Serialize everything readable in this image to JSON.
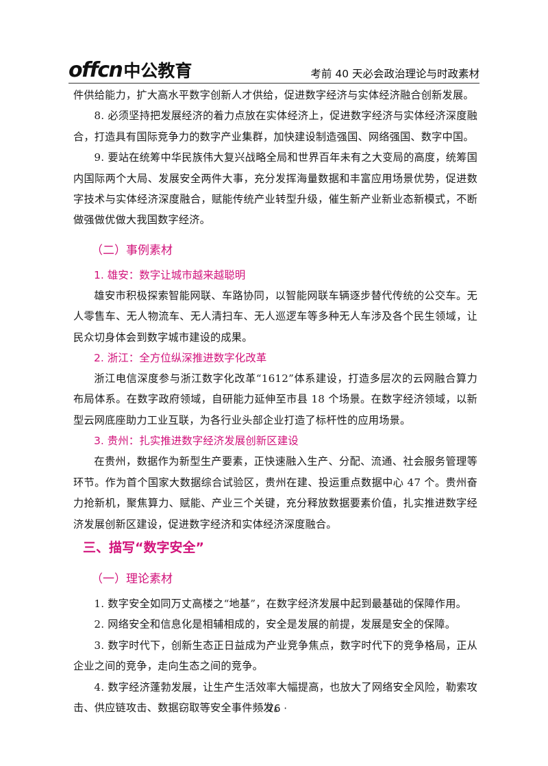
{
  "header": {
    "logo_en": "offcn",
    "logo_cn": "中公教育",
    "title": "考前 40 天必会政治理论与时政素材"
  },
  "content": {
    "p_intro_tail": "件供给能力，扩大高水平数字创新人才供给，促进数字经济与实体经济融合创新发展。",
    "p8": "8. 必须坚持把发展经济的着力点放在实体经济上，促进数字经济与实体经济深度融合，打造具有国际竞争力的数字产业集群，加快建设制造强国、网络强国、数字中国。",
    "p9": "9. 要站在统筹中华民族伟大复兴战略全局和世界百年未有之大变局的高度，统筹国内国际两个大局、发展安全两件大事，充分发挥海量数据和丰富应用场景优势，促进数字技术与实体经济深度融合，赋能传统产业转型升级，催生新产业新业态新模式，不断做强做优做大我国数字经济。",
    "section_cases": "（二）事例素材",
    "case1_title": "1. 雄安：数字让城市越来越聪明",
    "case1_body": "雄安市积极探索智能网联、车路协同，以智能网联车辆逐步替代传统的公交车。无人零售车、无人物流车、无人清扫车、无人巡逻车等多种无人车涉及各个民生领域，让民众切身体会到数字城市建设的成果。",
    "case2_title": "2. 浙江：全方位纵深推进数字化改革",
    "case2_body": "浙江电信深度参与浙江数字化改革“1612”体系建设，打造多层次的云网融合算力布局体系。在数字政府领域，自研能力延伸至市县 18 个场景。在数字经济领域，以新型云网底座助力工业互联，为各行业头部企业打造了标杆性的应用场景。",
    "case3_title": "3. 贵州：扎实推进数字经济发展创新区建设",
    "case3_body": "在贵州，数据作为新型生产要素，正快速融入生产、分配、流通、社会服务管理等环节。作为首个国家大数据综合试验区，贵州在建、投运重点数据中心 47 个。贵州奋力抢新机，聚焦算力、赋能、产业三个关键，充分释放数据要素价值，扎实推进数字经济发展创新区建设，促进数字经济和实体经济深度融合。",
    "section_security": "三、描写“数字安全”",
    "section_theory": "（一）理论素材",
    "s1": "1. 数字安全如同万丈高楼之“地基”，在数字经济发展中起到最基础的保障作用。",
    "s2": "2. 网络安全和信息化是相辅相成的，安全是发展的前提，发展是安全的保障。",
    "s3": "3. 数字时代下，创新生态正日益成为产业竞争焦点，数字时代下的竞争格局，正从企业之间的竞争，走向生态之间的竞争。",
    "s4": "4. 数字经济蓬勃发展，让生产生活效率大幅提高，也放大了网络安全风险，勒索攻击、供应链攻击、数据窃取等安全事件频发。"
  },
  "footer": {
    "page_number": "· 76 ·"
  },
  "colors": {
    "accent": "#d1127a",
    "text": "#1a1a1a"
  }
}
